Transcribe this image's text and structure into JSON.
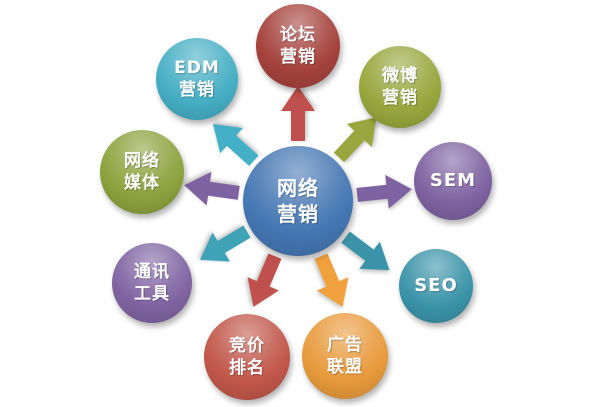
{
  "center": {
    "line1": "网络",
    "line2": "营销",
    "color": "#4577b3"
  },
  "nodes": [
    {
      "id": "forum",
      "line1": "论坛",
      "line2": "营销",
      "color": "#a5423c"
    },
    {
      "id": "weibo",
      "line1": "微博",
      "line2": "营销",
      "color": "#97a73d"
    },
    {
      "id": "sem",
      "line1": "SEM",
      "line2": "",
      "color": "#7e62a1"
    },
    {
      "id": "seo",
      "line1": "SEO",
      "line2": "",
      "color": "#3a93a8"
    },
    {
      "id": "adnet",
      "line1": "广告",
      "line2": "联盟",
      "color": "#e89a3c"
    },
    {
      "id": "bidding",
      "line1": "竞价",
      "line2": "排名",
      "color": "#c1574a"
    },
    {
      "id": "comm",
      "line1": "通讯",
      "line2": "工具",
      "color": "#8064a2"
    },
    {
      "id": "media",
      "line1": "网络",
      "line2": "媒体",
      "color": "#8ca23d"
    },
    {
      "id": "edm",
      "line1": "EDM",
      "line2": "营销",
      "color": "#45aec4"
    }
  ],
  "arrows": [
    {
      "to": "forum",
      "color": "#c0504d"
    },
    {
      "to": "weibo",
      "color": "#97a73d"
    },
    {
      "to": "sem",
      "color": "#7e62a1"
    },
    {
      "to": "seo",
      "color": "#3a93a8"
    },
    {
      "to": "adnet",
      "color": "#f0a03c"
    },
    {
      "to": "bidding",
      "color": "#c0504d"
    },
    {
      "to": "comm",
      "color": "#3fa3b8"
    },
    {
      "to": "media",
      "color": "#7e62a1"
    },
    {
      "to": "edm",
      "color": "#44b0c8"
    }
  ]
}
